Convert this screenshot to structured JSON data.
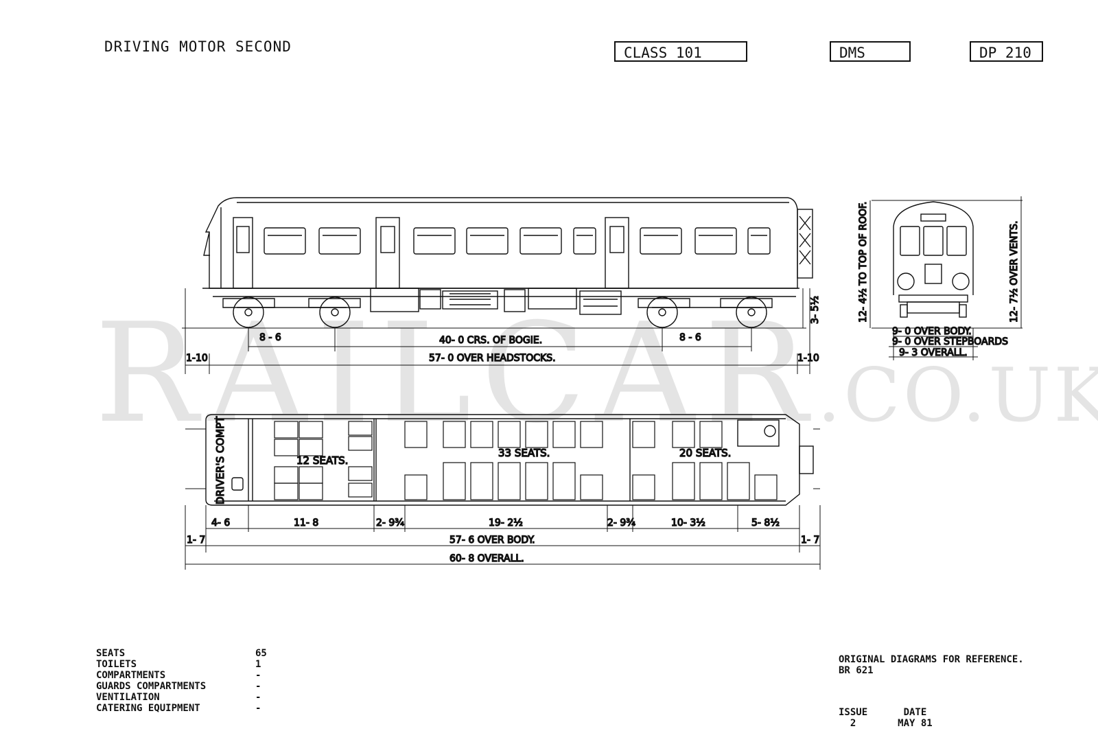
{
  "header": {
    "title": "DRIVING MOTOR SECOND",
    "class_label": "CLASS 101",
    "code_label": "DMS",
    "diagram_label": "DP 210"
  },
  "side_elevation": {
    "bogie_wheelbase_left": "8 - 6",
    "bogie_wheelbase_right": "8 - 6",
    "bogie_centres": "40- 0  CRS. OF BOGIE.",
    "headstocks": "57- 0  OVER HEADSTOCKS.",
    "end_left": "1-10",
    "end_right": "1-10",
    "floor_height": "3- 5½"
  },
  "end_elevation": {
    "to_roof": "12- 4½ TO TOP OF ROOF.",
    "over_vents": "12- 7½ OVER VENTS.",
    "over_body": "9- 0  OVER BODY.",
    "over_stepboards": "9- 0  OVER STEPBOARDS",
    "overall": "9- 3  OVERALL."
  },
  "plan": {
    "drivers_comp": "DRIVER'S COMPT",
    "seats_12": "12 SEATS.",
    "seats_33": "33 SEATS.",
    "seats_20": "20 SEATS.",
    "dims": [
      "4- 6",
      "11- 8",
      "2- 9¾",
      "19- 2½",
      "2- 9¾",
      "10- 3½",
      "5- 8½"
    ],
    "end_left": "1- 7",
    "end_right": "1- 7",
    "over_body": "57- 6  OVER BODY.",
    "overall": "60- 8  OVERALL."
  },
  "watermark": {
    "main": "RAILCAR",
    "sub": ".CO.UK"
  },
  "stats": [
    {
      "label": "SEATS",
      "value": "65"
    },
    {
      "label": "TOILETS",
      "value": "1"
    },
    {
      "label": "COMPARTMENTS",
      "value": "-"
    },
    {
      "label": "GUARDS COMPARTMENTS",
      "value": "-"
    },
    {
      "label": "VENTILATION",
      "value": "-"
    },
    {
      "label": "CATERING EQUIPMENT",
      "value": "-"
    }
  ],
  "notes": {
    "line1": "ORIGINAL DIAGRAMS FOR REFERENCE.",
    "line2": "BR 621"
  },
  "issue": {
    "issue_label": "ISSUE",
    "issue_value": "2",
    "date_label": "DATE",
    "date_value": "MAY 81"
  }
}
